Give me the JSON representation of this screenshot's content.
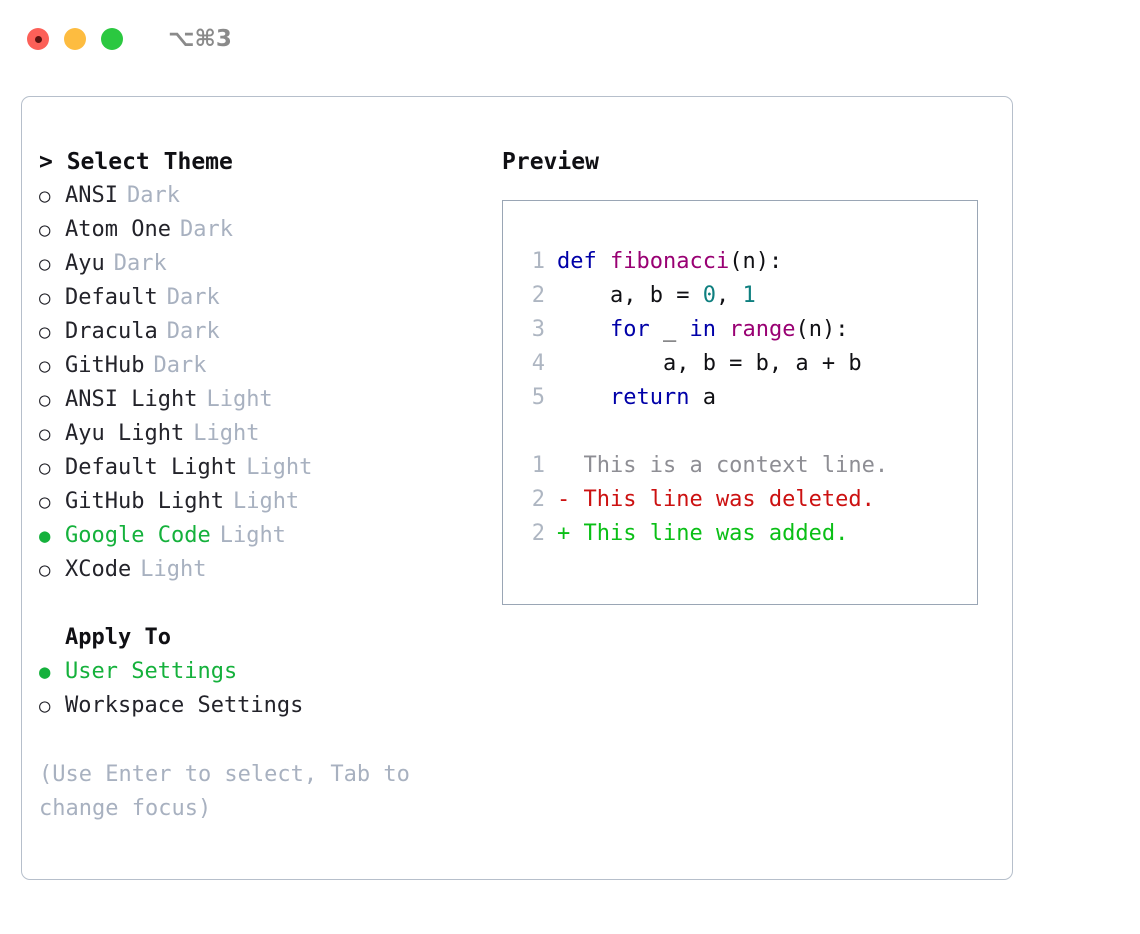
{
  "window": {
    "title": "⌥⌘3",
    "traffic_lights": [
      {
        "name": "close",
        "color": "#fc6058"
      },
      {
        "name": "minimize",
        "color": "#fdbc40"
      },
      {
        "name": "maximize",
        "color": "#2bc840"
      }
    ]
  },
  "theme_picker": {
    "header": "> Select Theme",
    "caret": ">",
    "header_label": "Select Theme",
    "marker_selected": "●",
    "marker_unselected": "○",
    "selected_color": "#15b13c",
    "options": [
      {
        "name": "ANSI",
        "kind": "Dark",
        "selected": false
      },
      {
        "name": "Atom One",
        "kind": "Dark",
        "selected": false
      },
      {
        "name": "Ayu",
        "kind": "Dark",
        "selected": false
      },
      {
        "name": "Default",
        "kind": "Dark",
        "selected": false
      },
      {
        "name": "Dracula",
        "kind": "Dark",
        "selected": false
      },
      {
        "name": "GitHub",
        "kind": "Dark",
        "selected": false
      },
      {
        "name": "ANSI Light",
        "kind": "Light",
        "selected": false
      },
      {
        "name": "Ayu Light",
        "kind": "Light",
        "selected": false
      },
      {
        "name": "Default Light",
        "kind": "Light",
        "selected": false
      },
      {
        "name": "GitHub Light",
        "kind": "Light",
        "selected": false
      },
      {
        "name": "Google Code",
        "kind": "Light",
        "selected": true
      },
      {
        "name": "XCode",
        "kind": "Light",
        "selected": false
      }
    ]
  },
  "apply_to": {
    "title": "Apply To",
    "options": [
      {
        "name": "User Settings",
        "selected": true
      },
      {
        "name": "Workspace Settings",
        "selected": false
      }
    ]
  },
  "hint": "(Use Enter to select, Tab to change focus)",
  "preview": {
    "title": "Preview",
    "code_lines": [
      {
        "num": "1",
        "tokens": [
          {
            "t": "def ",
            "c": "kw"
          },
          {
            "t": "fibonacci",
            "c": "fn"
          },
          {
            "t": "(n):",
            "c": "txt"
          }
        ]
      },
      {
        "num": "2",
        "tokens": [
          {
            "t": "    a, b = ",
            "c": "txt"
          },
          {
            "t": "0",
            "c": "num"
          },
          {
            "t": ", ",
            "c": "txt"
          },
          {
            "t": "1",
            "c": "num"
          }
        ]
      },
      {
        "num": "3",
        "tokens": [
          {
            "t": "    ",
            "c": "txt"
          },
          {
            "t": "for",
            "c": "kw"
          },
          {
            "t": " _ ",
            "c": "txt"
          },
          {
            "t": "in",
            "c": "kw"
          },
          {
            "t": " ",
            "c": "txt"
          },
          {
            "t": "range",
            "c": "fn"
          },
          {
            "t": "(n):",
            "c": "txt"
          }
        ]
      },
      {
        "num": "4",
        "tokens": [
          {
            "t": "        a, b = b, a + b",
            "c": "txt"
          }
        ]
      },
      {
        "num": "5",
        "tokens": [
          {
            "t": "    ",
            "c": "txt"
          },
          {
            "t": "return",
            "c": "kw"
          },
          {
            "t": " a",
            "c": "txt"
          }
        ]
      }
    ],
    "diff_lines": [
      {
        "num": "1",
        "marker": " ",
        "text": "  This is a context line.",
        "kind": "ctx"
      },
      {
        "num": "2",
        "marker": "-",
        "text": "- This line was deleted.",
        "kind": "del"
      },
      {
        "num": "2",
        "marker": "+",
        "text": "+ This line was added.",
        "kind": "add"
      }
    ],
    "syntax_colors": {
      "keyword": "#0000a8",
      "function": "#990073",
      "number": "#0e7f7f",
      "text": "#101014",
      "line_number": "#aeb6c2",
      "diff_context": "#8e8e94",
      "diff_deleted": "#cc1111",
      "diff_added": "#0abf16"
    }
  }
}
